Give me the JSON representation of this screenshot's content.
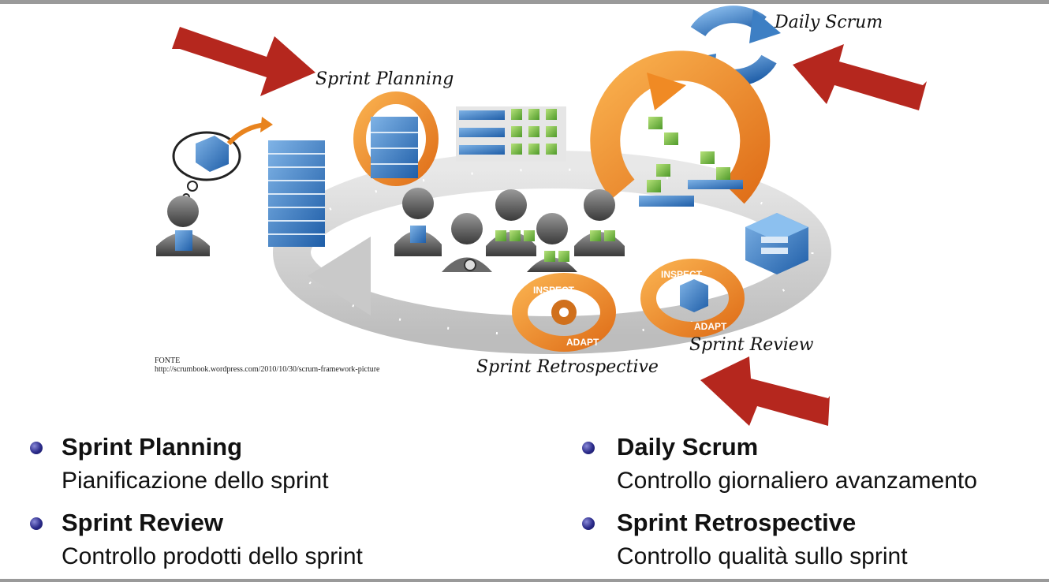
{
  "diagram": {
    "labels": {
      "sprint_planning": "Sprint Planning",
      "daily_scrum": "Daily Scrum",
      "sprint_review": "Sprint Review",
      "sprint_retrospective": "Sprint Retrospective",
      "inspect": "INSPECT",
      "adapt": "ADAPT"
    },
    "source": {
      "label": "FONTE",
      "url": "http://scrumbook.wordpress.com/2010/10/30/scrum-framework-picture"
    },
    "colors": {
      "arrow_red": "#b5271e",
      "orange": "#f08a24",
      "blue": "#2f6fb5",
      "green": "#7cc242",
      "ring_gray": "#cfcfcf"
    }
  },
  "bullets": [
    {
      "title": "Sprint Planning",
      "desc": "Pianificazione dello sprint"
    },
    {
      "title": "Daily Scrum",
      "desc": "Controllo giornaliero avanzamento"
    },
    {
      "title": "Sprint Review",
      "desc": "Controllo prodotti dello sprint"
    },
    {
      "title": "Sprint Retrospective",
      "desc": "Controllo qualità sullo sprint"
    }
  ]
}
